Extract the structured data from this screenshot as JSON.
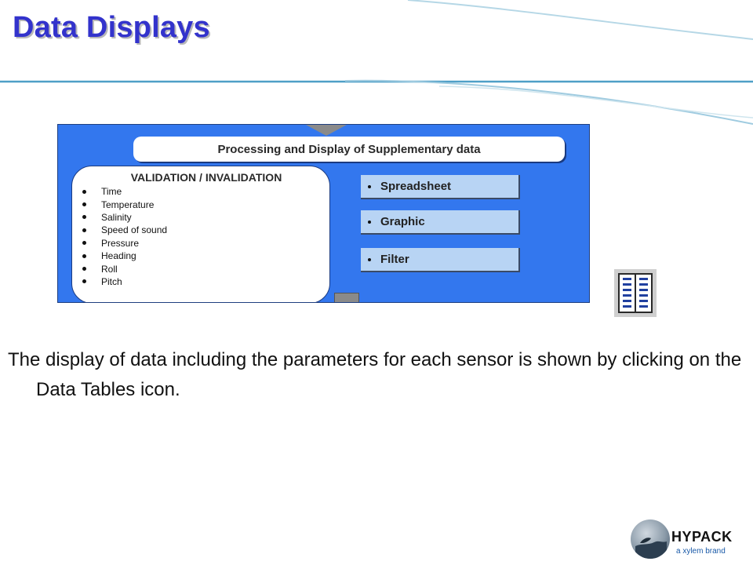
{
  "slide": {
    "title": "Data Displays",
    "body_text": "The display of data including the parameters for each sensor is shown by clicking on the Data Tables icon."
  },
  "figure": {
    "header": "Processing and Display of Supplementary data",
    "validation": {
      "title": "VALIDATION / INVALIDATION",
      "items": [
        "Time",
        "Temperature",
        "Salinity",
        "Speed of sound",
        "Pressure",
        "Heading",
        "Roll",
        "Pitch"
      ]
    },
    "options": {
      "spreadsheet": "Spreadsheet",
      "graphic": "Graphic",
      "filter": "Filter"
    }
  },
  "icons": {
    "data_tables": "data-tables-icon"
  },
  "brand": {
    "name": "HYPACK",
    "tagline": "a xylem brand"
  },
  "colors": {
    "title": "#3333cc",
    "figure_background": "#3377ee",
    "option_fill": "#b8d4f4",
    "wave_lines": "#6fb0cf"
  }
}
